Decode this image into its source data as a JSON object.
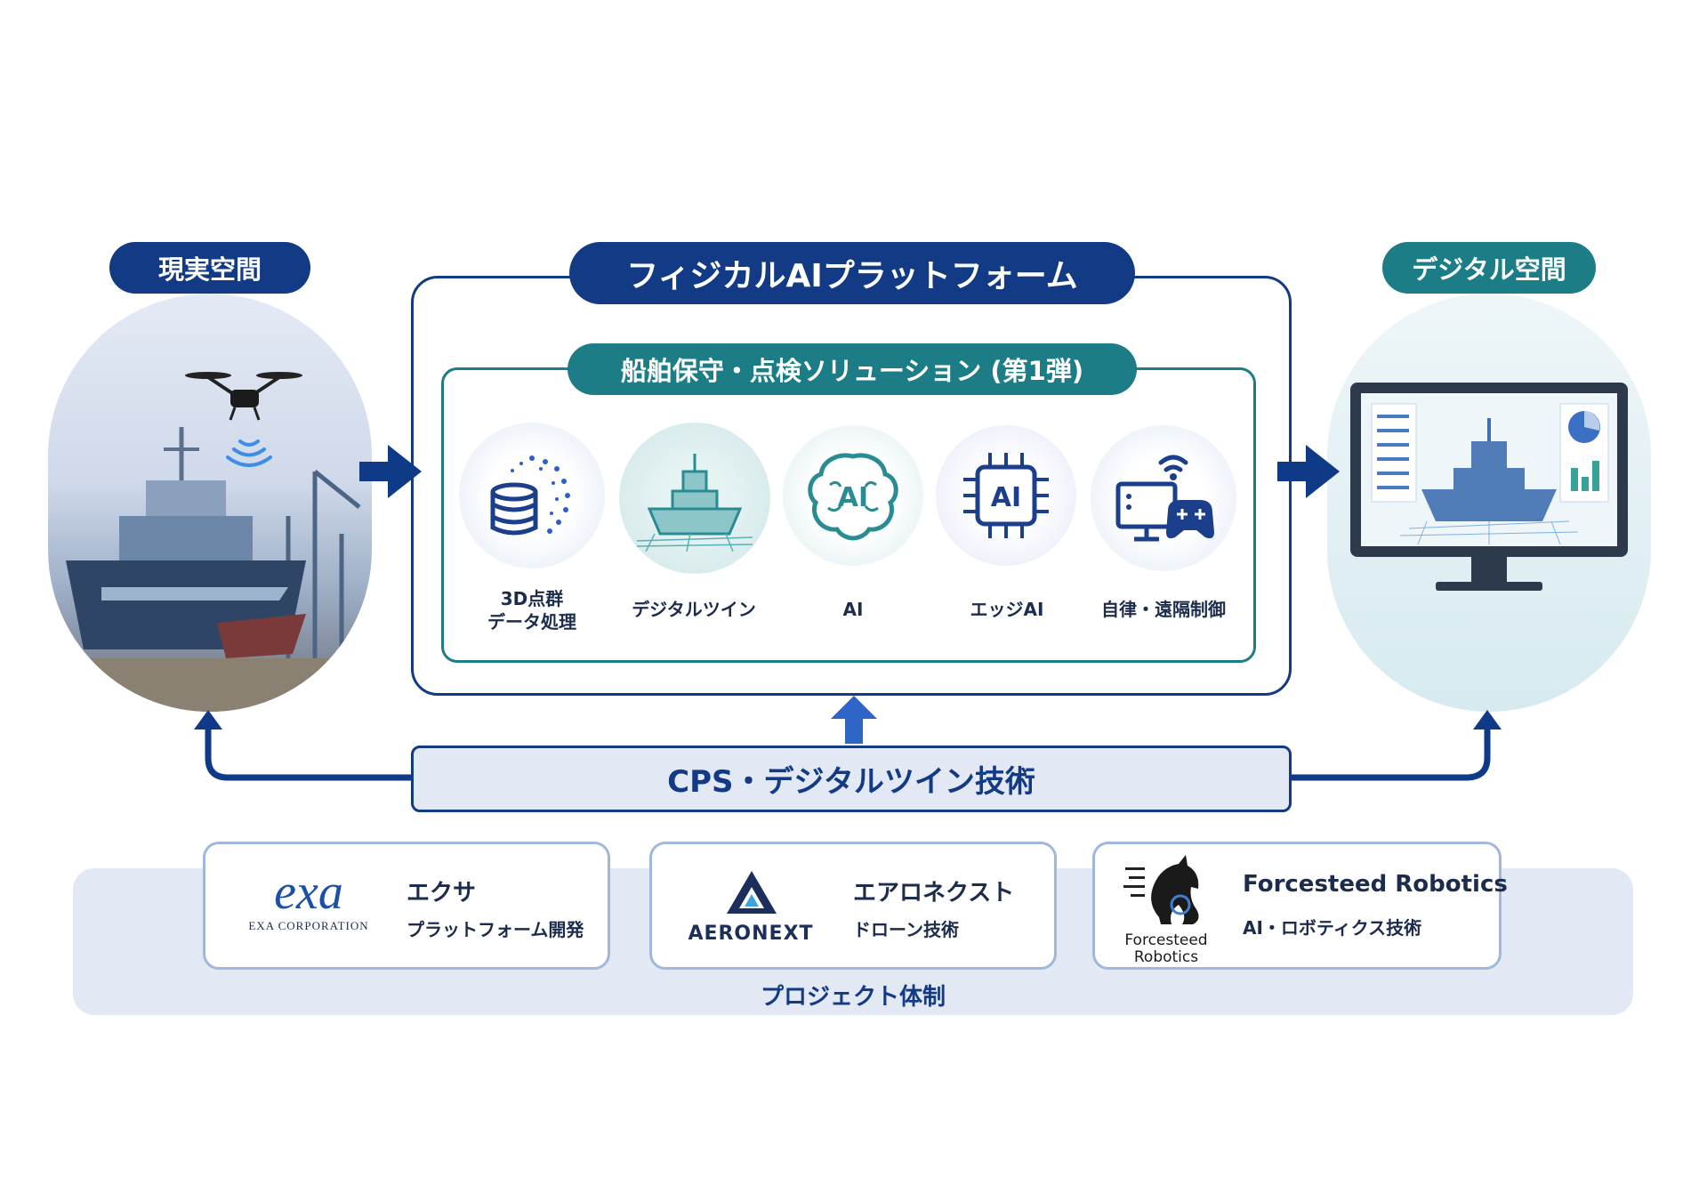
{
  "real_space": {
    "label": "現実空間"
  },
  "digital_space": {
    "label": "デジタル空間"
  },
  "platform": {
    "title": "フィジカルAIプラットフォーム",
    "solution_title": "船舶保守・点検ソリューション (第1弾)",
    "modules": [
      {
        "label_line1": "3D点群",
        "label_line2": "データ処理",
        "icon": "point-cloud-database-icon"
      },
      {
        "label_line1": "デジタルツイン",
        "label_line2": "",
        "icon": "ship-wireframe-icon"
      },
      {
        "label_line1": "AI",
        "label_line2": "",
        "icon": "ai-brain-icon",
        "icon_text": "AI"
      },
      {
        "label_line1": "エッジAI",
        "label_line2": "",
        "icon": "ai-chip-icon",
        "icon_text": "AI"
      },
      {
        "label_line1": "自律・遠隔制御",
        "label_line2": "",
        "icon": "remote-control-icon"
      }
    ]
  },
  "cps": {
    "label": "CPS・デジタルツイン技術"
  },
  "project": {
    "label": "プロジェクト体制",
    "partners": [
      {
        "logo_text": "exa",
        "logo_subtext": "EXA CORPORATION",
        "name": "エクサ",
        "role": "プラットフォーム開発"
      },
      {
        "logo_text": "AERONEXT",
        "name": "エアロネクスト",
        "role": "ドローン技術"
      },
      {
        "logo_text_line1": "Forcesteed",
        "logo_text_line2": "Robotics",
        "name": "Forcesteed Robotics",
        "role": "AI・ロボティクス技術"
      }
    ]
  },
  "colors": {
    "navy": "#123a85",
    "teal": "#1d7d86",
    "arrow": "#0f3a87",
    "light_panel": "#e2e9f4"
  }
}
